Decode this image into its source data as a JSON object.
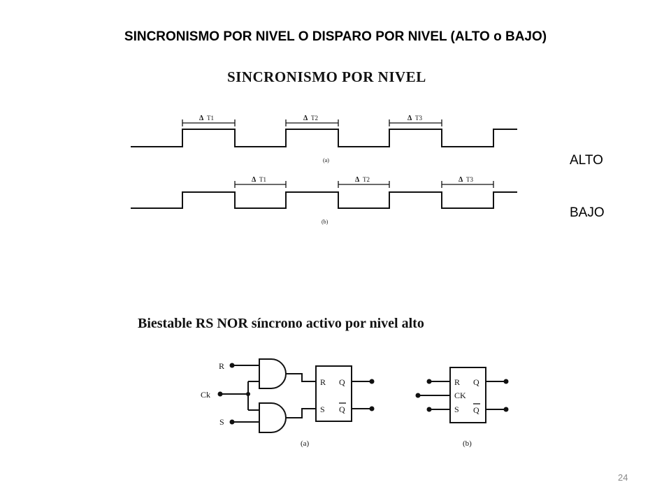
{
  "slide": {
    "title": "SINCRONISMO POR NIVEL O DISPARO POR NIVEL (ALTO o BAJO)",
    "page_number": "24"
  },
  "timing_figure": {
    "heading": "SINCRONISMO POR NIVEL",
    "label_high": "ALTO",
    "label_low": "BAJO",
    "sub_a": "(a)",
    "sub_b": "(b)",
    "intervals": [
      "T1",
      "T2",
      "T3"
    ],
    "delta_symbol": "Δ"
  },
  "circuit_figure": {
    "heading": "Biestable RS NOR síncrono activo por nivel alto",
    "inputs": {
      "r": "R",
      "ck": "Ck",
      "s": "S"
    },
    "block_a": {
      "r": "R",
      "s": "S",
      "q": "Q",
      "qbar": "Q"
    },
    "block_b": {
      "r": "R",
      "ck": "CK",
      "s": "S",
      "q": "Q",
      "qbar": "Q"
    },
    "sub_a": "(a)",
    "sub_b": "(b)"
  }
}
